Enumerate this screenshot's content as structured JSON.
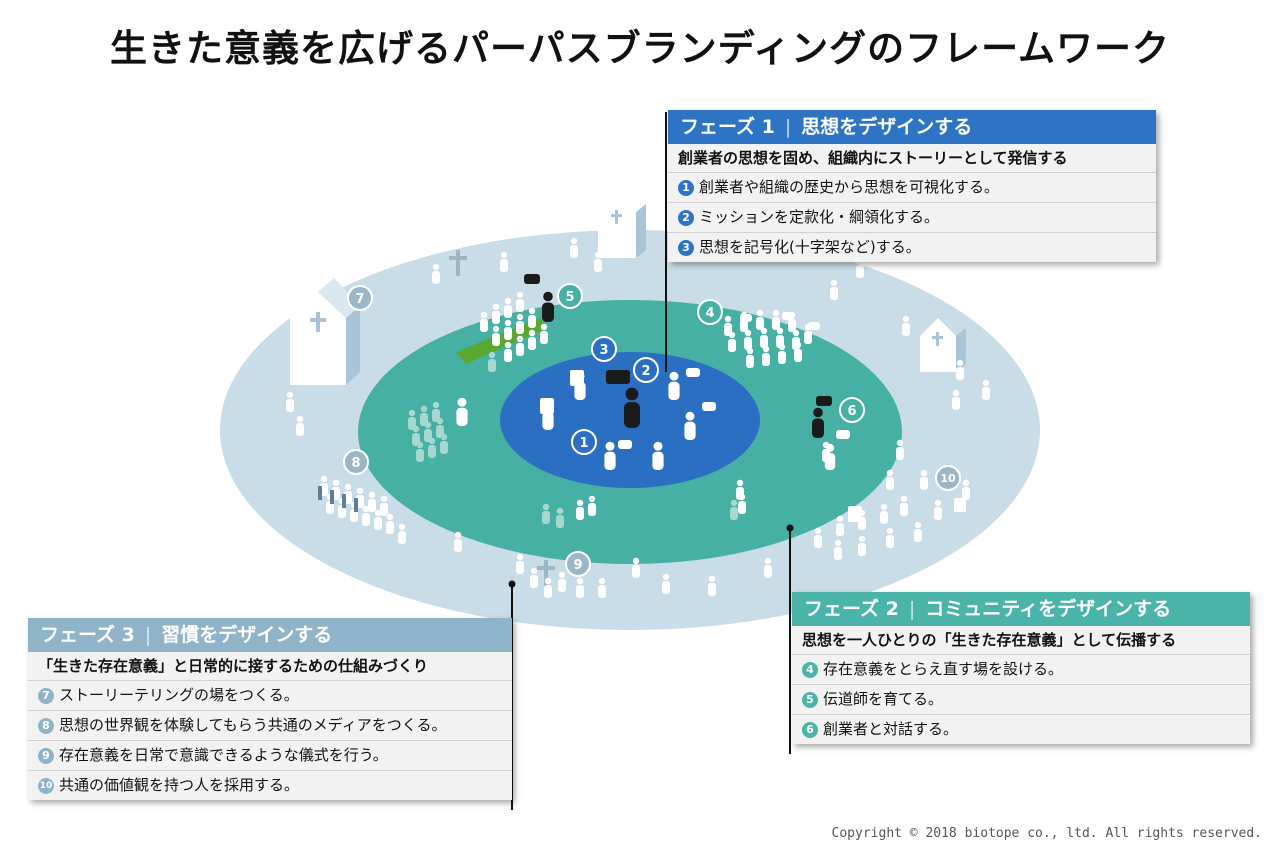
{
  "title": "生きた意義を広げるパーパスブランディングのフレームワーク",
  "colors": {
    "phase1": "#2e74c4",
    "phase2": "#4ab3aa",
    "phase3": "#8fb3c9",
    "outer_ring": "#c9dde8",
    "middle_ring": "#46b0a5",
    "inner_ring": "#2a6fc2"
  },
  "phase1": {
    "label": "フェーズ 1",
    "name": "思想をデザインする",
    "subtitle": "創業者の思想を固め、組織内にストーリーとして発信する",
    "items": [
      {
        "num": "1",
        "text": "創業者や組織の歴史から思想を可視化する。"
      },
      {
        "num": "2",
        "text": "ミッションを定款化・綱領化する。"
      },
      {
        "num": "3",
        "text": "思想を記号化(十字架など)する。"
      }
    ]
  },
  "phase2": {
    "label": "フェーズ 2",
    "name": "コミュニティをデザインする",
    "subtitle": "思想を一人ひとりの「生きた存在意義」として伝播する",
    "items": [
      {
        "num": "4",
        "text": "存在意義をとらえ直す場を設ける。"
      },
      {
        "num": "5",
        "text": "伝道師を育てる。"
      },
      {
        "num": "6",
        "text": "創業者と対話する。"
      }
    ]
  },
  "phase3": {
    "label": "フェーズ 3",
    "name": "習慣をデザインする",
    "subtitle": "「生きた存在意義」と日常的に接するための仕組みづくり",
    "items": [
      {
        "num": "7",
        "text": "ストーリーテリングの場をつくる。"
      },
      {
        "num": "8",
        "text": "思想の世界観を体験してもらう共通のメディアをつくる。"
      },
      {
        "num": "9",
        "text": "存在意義を日常で意識できるような儀式を行う。"
      },
      {
        "num": "10",
        "text": "共通の価値観を持つ人を採用する。"
      }
    ]
  },
  "markers": [
    "1",
    "2",
    "3",
    "4",
    "5",
    "6",
    "7",
    "8",
    "9",
    "10"
  ],
  "copyright": "Copyright © 2018 biotope co., ltd. All rights reserved."
}
